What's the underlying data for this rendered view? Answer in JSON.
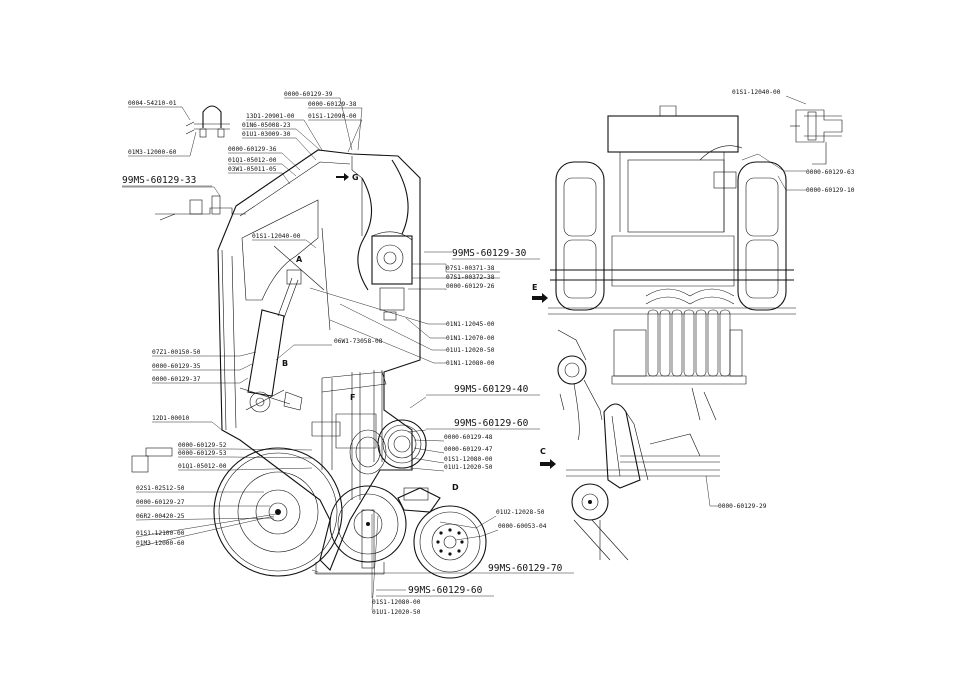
{
  "labels": {
    "l_0004_54210_01": "0004-54210-01",
    "l_01M3_12000_60_top": "01M3-12000-60",
    "l_0000_60129_39": "0000-60129-39",
    "l_0000_60129_38": "0000-60129-38",
    "l_13D1_20901_00": "13D1-20901-00",
    "l_01S1_12090_00_top": "01S1-12090-00",
    "l_01N6_05008_23": "01N6-05008-23",
    "l_01U1_03009_30": "01U1-03009-30",
    "l_0000_60129_36": "0000-60129-36",
    "l_01Q1_05012_00_top": "01Q1-05012-00",
    "l_03W1_05011_05": "03W1-05011-05",
    "l_01S1_12040_00_left": "01S1-12040-00",
    "l_07S1_00371_38": "07S1-00371-38",
    "l_07S1_00372_38": "07S1-00372-38",
    "l_0000_60129_26": "0000-60129-26",
    "l_01N1_12045_00": "01N1-12045-00",
    "l_01N1_12070_00": "01N1-12070-00",
    "l_01U1_12020_50_mid": "01U1-12020-50",
    "l_01N1_12080_00": "01N1-12080-00",
    "l_07Z1_00150_50": "07Z1-00150-50",
    "l_0000_60129_35": "0000-60129-35",
    "l_0000_60129_37": "0000-60129-37",
    "l_06W1_73058_08": "06W1-73058-08",
    "l_12D1_00010": "12D1-00010",
    "l_0000_60129_52": "0000-60129-52",
    "l_0000_60129_53": "0000-60129-53",
    "l_01Q1_05012_00_low": "01Q1-05012-00",
    "l_0000_60129_48": "0000-60129-48",
    "l_0000_60129_47": "0000-60129-47",
    "l_01S1_12080_00_mid": "01S1-12080-00",
    "l_01U1_12020_50_low": "01U1-12020-50",
    "l_02S1_02512_50": "02S1-02512-50",
    "l_0000_60129_27": "0000-60129-27",
    "l_06R2_00420_25": "06R2-00420-25",
    "l_01S1_12100_00": "01S1-12100-00",
    "l_01M3_12000_60_low": "01M3-12000-60",
    "l_01U2_12028_50": "01U2-12028-50",
    "l_0000_60053_04": "0000-60053-04",
    "l_01S1_12080_00_bot": "01S1-12080-00",
    "l_01U1_12020_50_bot": "01U1-12020-50",
    "l_01S1_12040_00_right": "01S1-12040-00",
    "l_0000_60129_63": "0000-60129-63",
    "l_0000_60129_10": "0000-60129-10",
    "l_0000_60129_29": "0000-60129-29"
  },
  "assemblies": {
    "a33": "99MS-60129-33",
    "a30": "99MS-60129-30",
    "a40": "99MS-60129-40",
    "a60": "99MS-60129-60",
    "a70": "99MS-60129-70",
    "a60b": "99MS-60129-60"
  },
  "views": {
    "A": "A",
    "B": "B",
    "C": "C",
    "D": "D",
    "E": "E",
    "F": "F",
    "G": "G"
  }
}
